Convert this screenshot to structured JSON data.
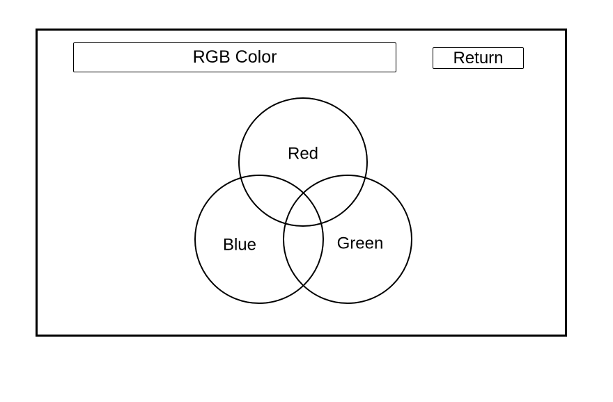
{
  "header": {
    "title": "RGB Color",
    "return_label": "Return"
  },
  "venn": {
    "circles": [
      {
        "id": "red",
        "label": "Red"
      },
      {
        "id": "blue",
        "label": "Blue"
      },
      {
        "id": "green",
        "label": "Green"
      }
    ]
  }
}
